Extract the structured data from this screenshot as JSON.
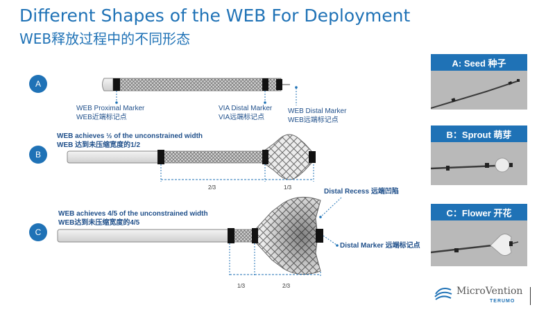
{
  "header": {
    "title": "Different Shapes of the WEB For Deployment",
    "subtitle": "WEB释放过程中的不同形态"
  },
  "rows": {
    "a": {
      "badge": "A",
      "labels": {
        "proximal_marker_en": "WEB Proximal Marker",
        "proximal_marker_cn": "WEB近端标记点",
        "via_distal_marker_en": "VIA Distal Marker",
        "via_distal_marker_cn": "VIA远端标记点",
        "web_distal_marker_en": "WEB Distal Marker",
        "web_distal_marker_cn": "WEB远端标记点"
      }
    },
    "b": {
      "badge": "B",
      "caption_en": "WEB achieves ½ of the unconstrained width",
      "caption_cn": "WEB 达到未压缩宽度的1/2",
      "dim_left": "2/3",
      "dim_right": "1/3"
    },
    "c": {
      "badge": "C",
      "caption_en": "WEB achieves 4/5 of the unconstrained width",
      "caption_cn": "WEB达到未压缩宽度的4/5",
      "distal_recess": "Distal Recess  远端凹陷",
      "distal_marker": "Distal Marker 远端标记点",
      "dim_left": "1/3",
      "dim_right": "2/3"
    }
  },
  "panels": [
    {
      "label": "A: Seed  种子"
    },
    {
      "label": "B：Sprout 萌芽"
    },
    {
      "label": "C：Flower 开花"
    }
  ],
  "logo": {
    "name": "MicroVention",
    "sub": "TERUMO"
  },
  "colors": {
    "brand_blue": "#1f72b6",
    "label_blue": "#1f4f8a",
    "marker_black": "#111111",
    "mesh_gray": "#9a9a9a"
  }
}
